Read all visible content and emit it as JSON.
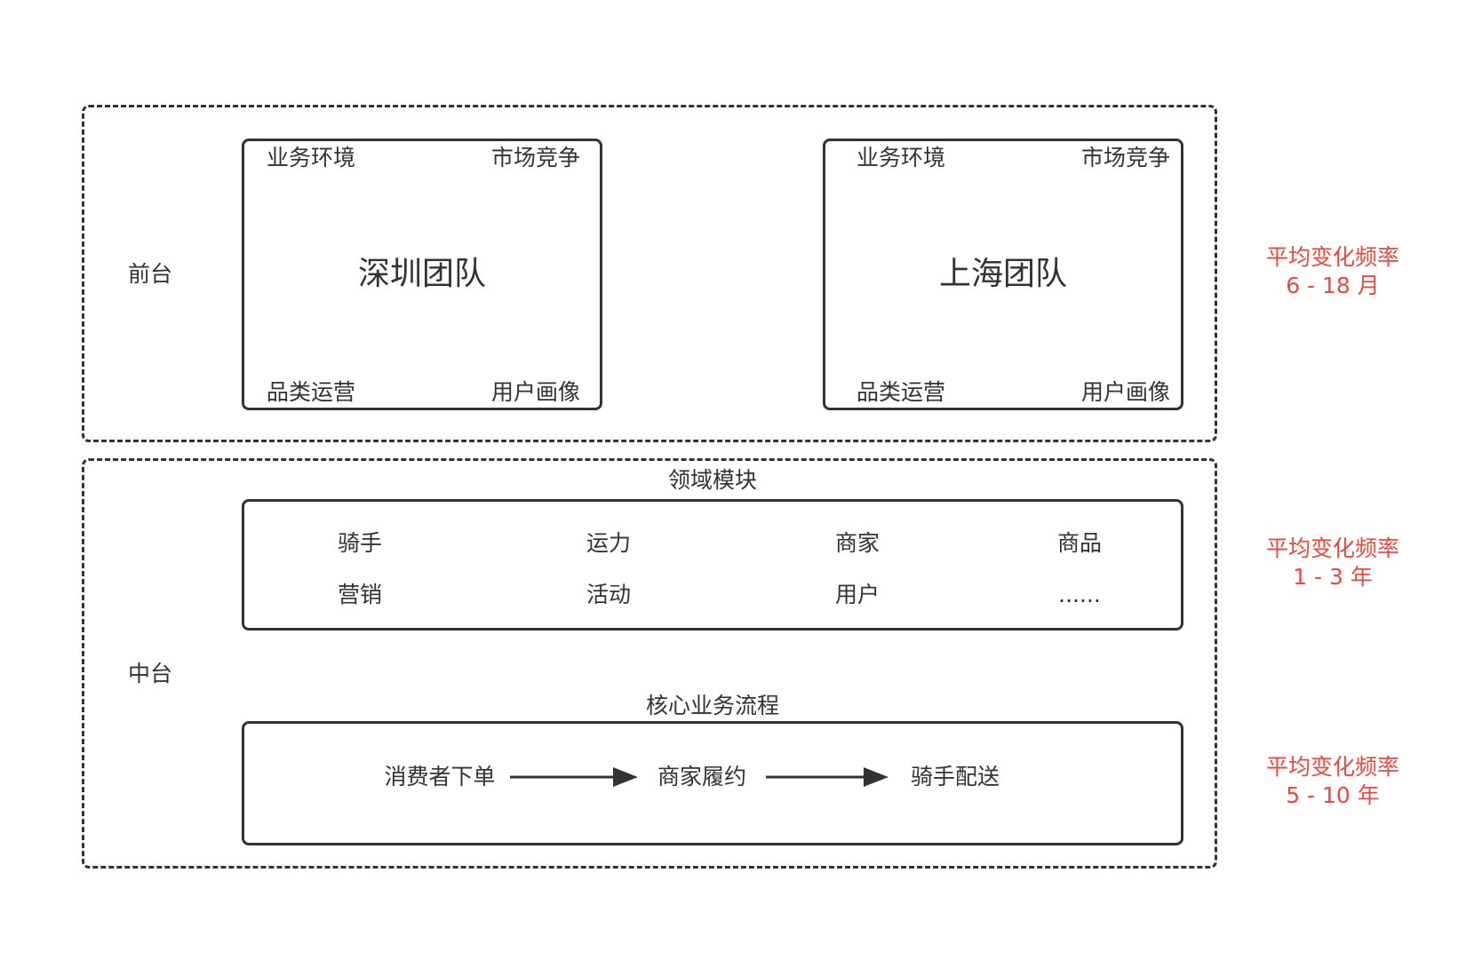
{
  "front": {
    "label": "前台",
    "frequency": {
      "line1": "平均变化频率",
      "line2": "6 - 18 月",
      "color": "#f0463c"
    },
    "teams": [
      {
        "name": "深圳团队",
        "tl": "业务环境",
        "tr": "市场竞争",
        "bl": "品类运营",
        "br": "用户画像"
      },
      {
        "name": "上海团队",
        "tl": "业务环境",
        "tr": "市场竞争",
        "bl": "品类运营",
        "br": "用户画像"
      }
    ]
  },
  "middle": {
    "label": "中台",
    "domain": {
      "title": "领域模块",
      "row1": [
        "骑手",
        "运力",
        "商家",
        "商品"
      ],
      "row2": [
        "营销",
        "活动",
        "用户",
        "......"
      ],
      "frequency": {
        "line1": "平均变化频率",
        "line2": "1 - 3 年"
      }
    },
    "process": {
      "title": "核心业务流程",
      "steps": [
        "消费者下单",
        "商家履约",
        "骑手配送"
      ],
      "frequency": {
        "line1": "平均变化频率",
        "line2": "5 - 10 年"
      }
    }
  }
}
